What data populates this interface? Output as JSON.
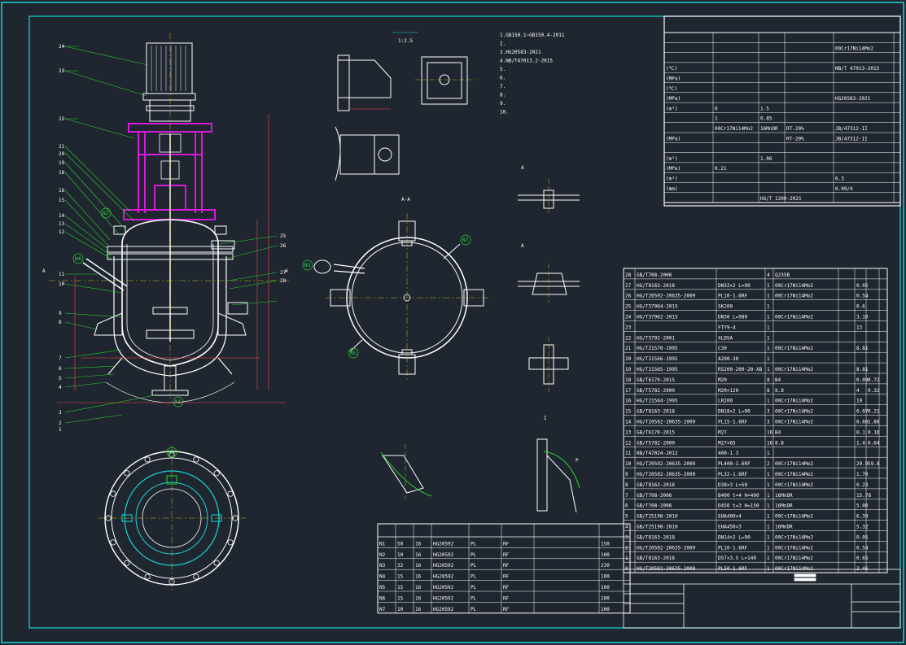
{
  "colors": {
    "background": "#1f2630",
    "frame": "#19d6d6",
    "vessel": "#ffffff",
    "callout": "#2ad22a",
    "motor_frame": "#d81ad8",
    "dimension": "#ff4444",
    "center_line": "#e8e800"
  },
  "views": {
    "scale_label": "1:2.5",
    "section_aa": "A-A",
    "section_marker": "A",
    "detail_i": "I",
    "detail_p": "P",
    "detail_a_top": "A",
    "detail_a_bottom": "A"
  },
  "callouts": [
    "24",
    "23",
    "22",
    "21",
    "20",
    "19",
    "18",
    "16",
    "15",
    "14",
    "13",
    "12",
    "11",
    "10",
    "9",
    "8",
    "7",
    "6",
    "5",
    "4",
    "3",
    "2",
    "1",
    "25",
    "26",
    "27",
    "28"
  ],
  "nozzle_marks": [
    "N1",
    "N2",
    "N3",
    "N4",
    "N5",
    "N6",
    "N7"
  ],
  "nozzle_table": {
    "rows": [
      [
        "N1",
        "50",
        "16",
        "HG20592",
        "PL",
        "RF",
        "",
        "150"
      ],
      [
        "N2",
        "10",
        "16",
        "HG20592",
        "PL",
        "RF",
        "",
        "100"
      ],
      [
        "N3",
        "32",
        "16",
        "HG20592",
        "PL",
        "RF",
        "",
        "230"
      ],
      [
        "N4",
        "15",
        "16",
        "HG20592",
        "PL",
        "RF",
        "",
        "100"
      ],
      [
        "N5",
        "15",
        "16",
        "HG20592",
        "PL",
        "RF",
        "",
        "100"
      ],
      [
        "N6",
        "15",
        "16",
        "HG20592",
        "PL",
        "RF",
        "",
        "100"
      ],
      [
        "N7",
        "10",
        "16",
        "HG20592",
        "PL",
        "RF",
        "",
        "100"
      ]
    ]
  },
  "design_table": {
    "rows": [
      [
        "",
        "",
        "",
        "",
        "",
        ""
      ],
      [
        "",
        "",
        "",
        "",
        "00Cr17Ni14Mo2",
        ""
      ],
      [
        "",
        "",
        "",
        "",
        "",
        ""
      ],
      [
        "(℃)",
        "",
        "",
        "",
        "NB/T 47013-2015",
        ""
      ],
      [
        "(MPa)",
        "",
        "",
        "",
        "",
        ""
      ],
      [
        "(℃)",
        "",
        "",
        "",
        "",
        ""
      ],
      [
        "(MPa)",
        "",
        "",
        "",
        "HG20583-2021",
        ""
      ],
      [
        "(m³)",
        "0",
        "1.5",
        "",
        "",
        ""
      ],
      [
        "",
        "1",
        "0.85",
        "",
        "",
        ""
      ],
      [
        "",
        "00Cr17Ni14Mo2",
        "16MnDR",
        "RT-20%",
        "JB/47312-II",
        ""
      ],
      [
        "(MPa)",
        "",
        "",
        "RT-20%",
        "JB/47312-II",
        ""
      ],
      [
        "",
        "",
        "",
        "",
        "",
        ""
      ],
      [
        "(m³)",
        "",
        "1.06",
        "",
        "",
        ""
      ],
      [
        "(MPa)",
        "0.21",
        "",
        "",
        "",
        ""
      ],
      [
        "(m³)",
        "",
        "",
        "",
        "6.3",
        ""
      ],
      [
        "(mm)",
        "",
        "",
        "",
        "0.09/4",
        ""
      ],
      [
        "",
        "",
        "HG/T 1200-2021",
        "",
        "",
        ""
      ]
    ]
  },
  "bom_table": {
    "rows": [
      [
        "28",
        "GB/T708-2006",
        "",
        "4",
        "Q235B",
        "",
        "",
        ""
      ],
      [
        "27",
        "HG/T8163-2018",
        "DN32×2 L=90",
        "1",
        "00Cr17Ni14Mo2",
        "",
        "0.05",
        ""
      ],
      [
        "26",
        "HG/T20592-20635-2009",
        "PL10-1.6RF",
        "1",
        "00Cr17Ni14Mo2",
        "",
        "0.54",
        ""
      ],
      [
        "25",
        "HG/T37964-2015",
        "SK200",
        "1",
        "",
        "",
        "0.6",
        ""
      ],
      [
        "24",
        "HG/T37962-2015",
        "DN30 L=980",
        "1",
        "00Cr17Ni14Mo2",
        "",
        "3.10",
        ""
      ],
      [
        "23",
        "",
        "FTY9-4",
        "1",
        "",
        "",
        "13",
        ""
      ],
      [
        "22",
        "HG/T3792-2001",
        "XLD5A",
        "1",
        "",
        "",
        "",
        ""
      ],
      [
        "21",
        "HG/T21570-1995",
        "C30",
        "1",
        "00Cr17Ni14Mo2",
        "",
        "8.81",
        ""
      ],
      [
        "20",
        "HG/T21566-1995",
        "A200-30",
        "1",
        "",
        "",
        "",
        ""
      ],
      [
        "19",
        "HG/T21565-1995",
        "RS200-200-20-XB",
        "1",
        "00Cr17Ni14Mo2",
        "",
        "8.81",
        ""
      ],
      [
        "18",
        "GB/T6170-2015",
        "M20",
        "8",
        "B4",
        "",
        "0.09",
        "0.72"
      ],
      [
        "17",
        "GB/T5782-2000",
        "M20×120",
        "8",
        "8.8",
        "",
        "4",
        "0.32"
      ],
      [
        "16",
        "HG/T21564-1995",
        "LR200",
        "1",
        "00Cr17Ni14Mo2",
        "",
        "19",
        ""
      ],
      [
        "15",
        "GB/T8163-2018",
        "DN18×2 L=90",
        "3",
        "00Cr17Ni14Mo2",
        "",
        "0.07",
        "0.21"
      ],
      [
        "14",
        "HG/T20592-20635-2009",
        "PL15-1.6RF",
        "3",
        "00Cr17Ni14Mo2",
        "",
        "0.60",
        "1.80"
      ],
      [
        "13",
        "GB/T6170-2015",
        "M27",
        "16",
        "B4",
        "",
        "0.1",
        "0.16"
      ],
      [
        "12",
        "GB/T5782-2000",
        "M27×65",
        "16",
        "8.8",
        "",
        "1.4",
        "0.64"
      ],
      [
        "11",
        "NB/T47024-2012",
        "400-1.3",
        "1",
        "",
        "",
        "",
        ""
      ],
      [
        "10",
        "HG/T20592-20635-2009",
        "PL400-1.6RF",
        "2",
        "00Cr17Ni14Mo2",
        "",
        "29.9",
        "59.8"
      ],
      [
        "9",
        "HG/T20592-20635-2009",
        "PL32-1.6RF",
        "1",
        "00Cr17Ni14Mo2",
        "",
        "1.70",
        ""
      ],
      [
        "8",
        "GB/T8163-2018",
        "D38×3 L=50",
        "1",
        "00Cr17Ni14Mo2",
        "",
        "0.23",
        ""
      ],
      [
        "7",
        "GB/T708-2006",
        "B400 t=4 H=400",
        "1",
        "16MnDR",
        "",
        "15.78",
        ""
      ],
      [
        "6",
        "GB/T708-2006",
        "D450 t=3 H=150",
        "1",
        "16MnDR",
        "",
        "5.00",
        ""
      ],
      [
        "5",
        "GB/T25198-2010",
        "EHA400×4",
        "1",
        "00Cr17Ni14Mo2",
        "",
        "6.39",
        ""
      ],
      [
        "4",
        "GB/T25198-2010",
        "EHA450×3",
        "1",
        "16MnDR",
        "",
        "5.32",
        ""
      ],
      [
        "3",
        "GB/T8163-2018",
        "DN14×2 L=90",
        "1",
        "00Cr17Ni14Mo2",
        "",
        "0.05",
        ""
      ],
      [
        "2",
        "HG/T20592-20635-2009",
        "PL10-1.6RF",
        "1",
        "00Cr17Ni14Mo2",
        "",
        "0.54",
        ""
      ],
      [
        "1",
        "GB/T8163-2018",
        "D57×3.5 L=140",
        "1",
        "00Cr17Ni14Mo2",
        "",
        "0.65",
        ""
      ],
      [
        "0",
        "HG/T20592-20635-2009",
        "PL50-1.6RF",
        "1",
        "00Cr17Ni14Mo2",
        "",
        "2.46",
        ""
      ]
    ]
  },
  "notes_lines": [
    "1.GB150.1~GB150.4-2011",
    "2.",
    "3.HG20583-2021",
    "4.NB/T47013.2-2015",
    "5.",
    "6.",
    "7.",
    "8.",
    "9.",
    "10."
  ]
}
